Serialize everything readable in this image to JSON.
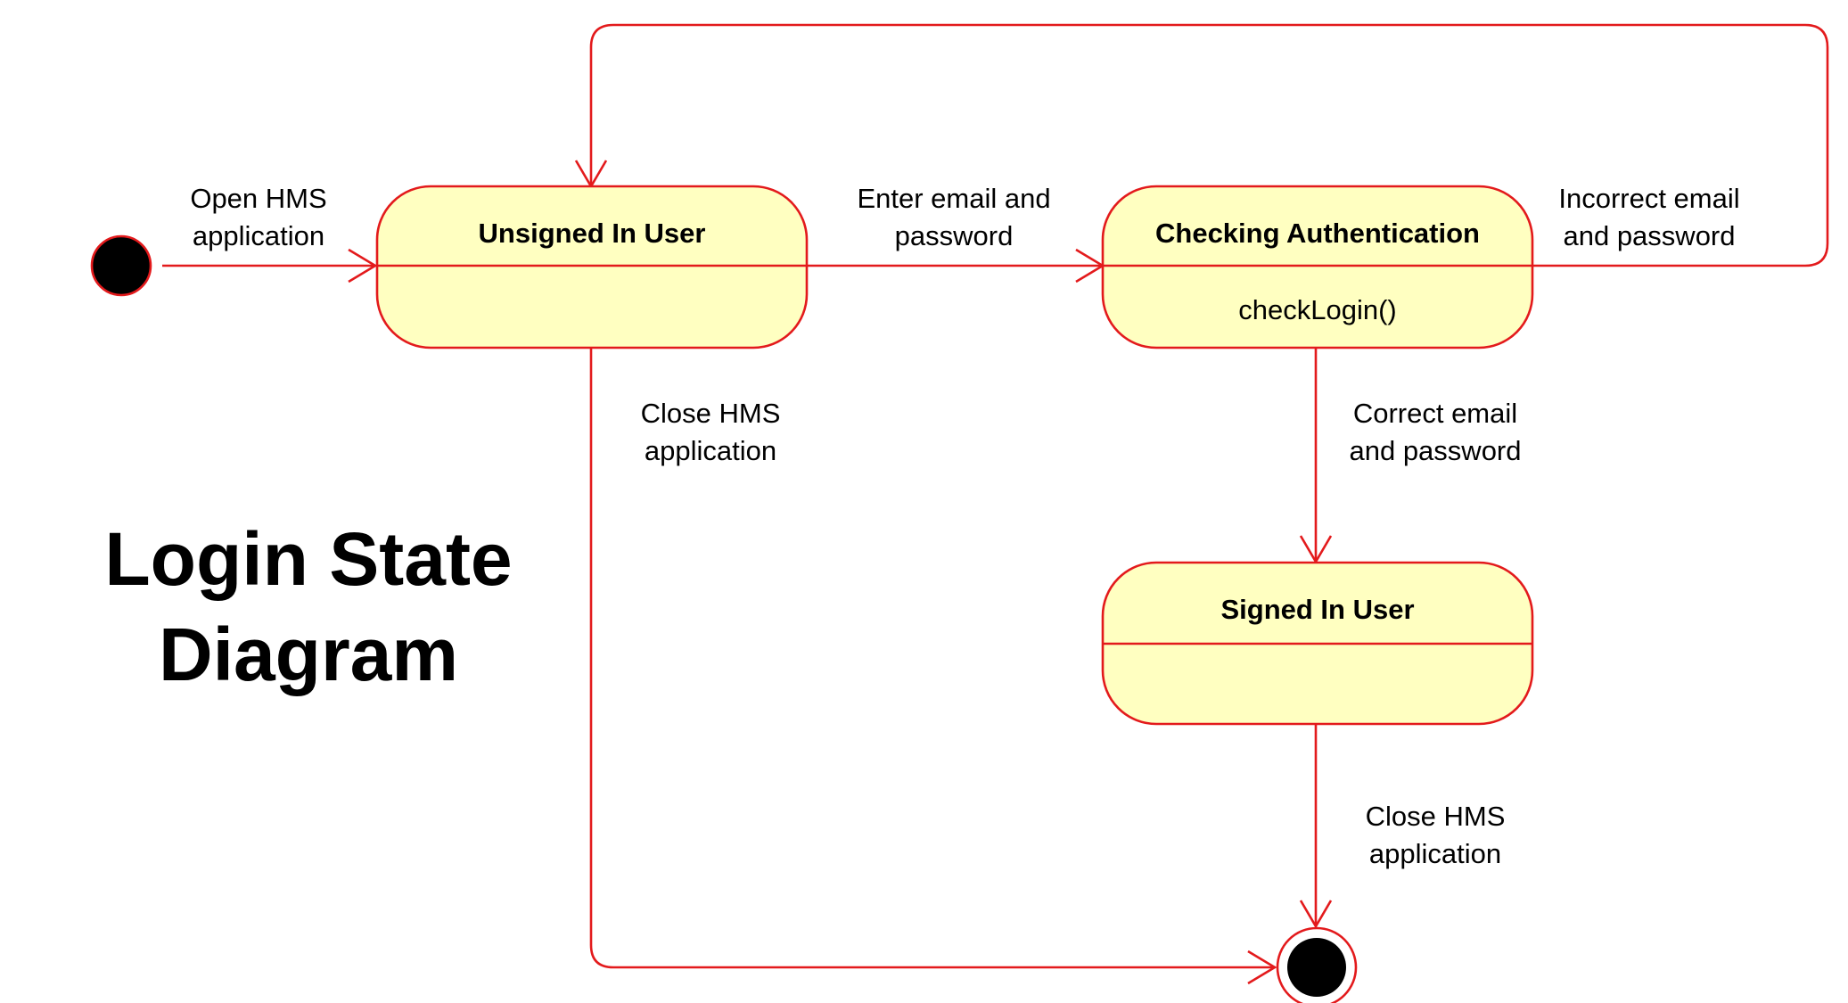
{
  "title": {
    "line1": "Login State",
    "line2": "Diagram"
  },
  "states": {
    "unsigned": {
      "name": "Unsigned In User",
      "activity": ""
    },
    "checking": {
      "name": "Checking Authentication",
      "activity": "checkLogin()"
    },
    "signed": {
      "name": "Signed In User",
      "activity": ""
    }
  },
  "transitions": {
    "open_app": {
      "line1": "Open HMS",
      "line2": "application"
    },
    "enter_credentials": {
      "line1": "Enter email and",
      "line2": "password"
    },
    "incorrect": {
      "line1": "Incorrect email",
      "line2": "and password"
    },
    "correct": {
      "line1": "Correct email",
      "line2": "and password"
    },
    "close_from_unsigned": {
      "line1": "Close HMS",
      "line2": "application"
    },
    "close_from_signed": {
      "line1": "Close HMS",
      "line2": "application"
    }
  },
  "colors": {
    "stroke": "#e31a1c",
    "state_fill": "#ffffc1",
    "node_fill": "#000000"
  }
}
